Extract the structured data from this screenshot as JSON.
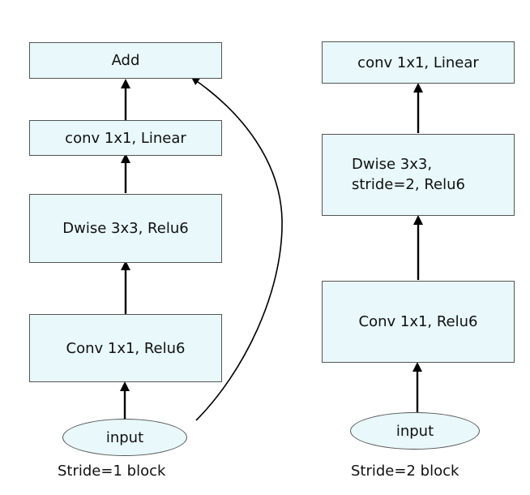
{
  "left_block": {
    "caption": "Stride=1 block",
    "add": "Add",
    "conv_linear": "conv 1x1, Linear",
    "dwise": "Dwise 3x3, Relu6",
    "conv_relu6": "Conv 1x1, Relu6",
    "input": "input"
  },
  "right_block": {
    "caption": "Stride=2 block",
    "conv_linear": "conv 1x1, Linear",
    "dwise": "Dwise 3x3,\nstride=2, Relu6",
    "conv_relu6": "Conv 1x1, Relu6",
    "input": "input"
  },
  "colors": {
    "box_fill": "#e8f8fb",
    "box_border": "#555555",
    "arrow": "#000000",
    "text": "#111111"
  }
}
